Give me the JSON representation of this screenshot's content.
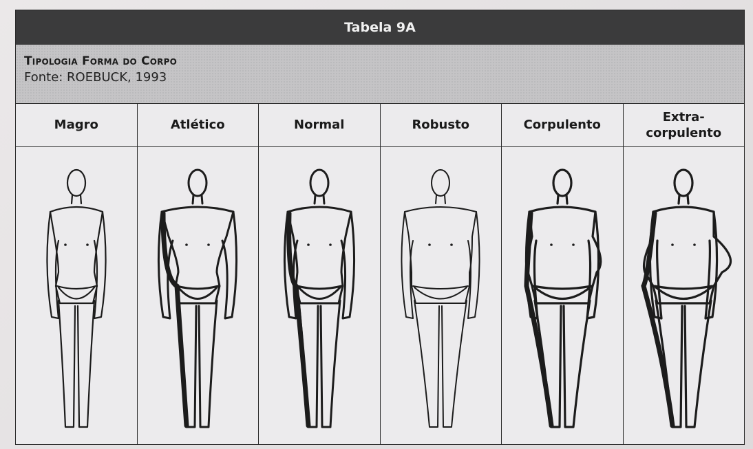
{
  "table": {
    "title": "Tabela 9A",
    "subtitle": "Tipologia Forma do Corpo",
    "source": "Fonte: ROEBUCK, 1993",
    "columns": [
      {
        "label": "Magro",
        "build": "thin"
      },
      {
        "label": "Atlético",
        "build": "athletic"
      },
      {
        "label": "Normal",
        "build": "normal"
      },
      {
        "label": "Robusto",
        "build": "robust"
      },
      {
        "label": "Corpulento",
        "build": "corpulent"
      },
      {
        "label": "Extra-\ncorpulento",
        "build": "extra"
      }
    ]
  }
}
